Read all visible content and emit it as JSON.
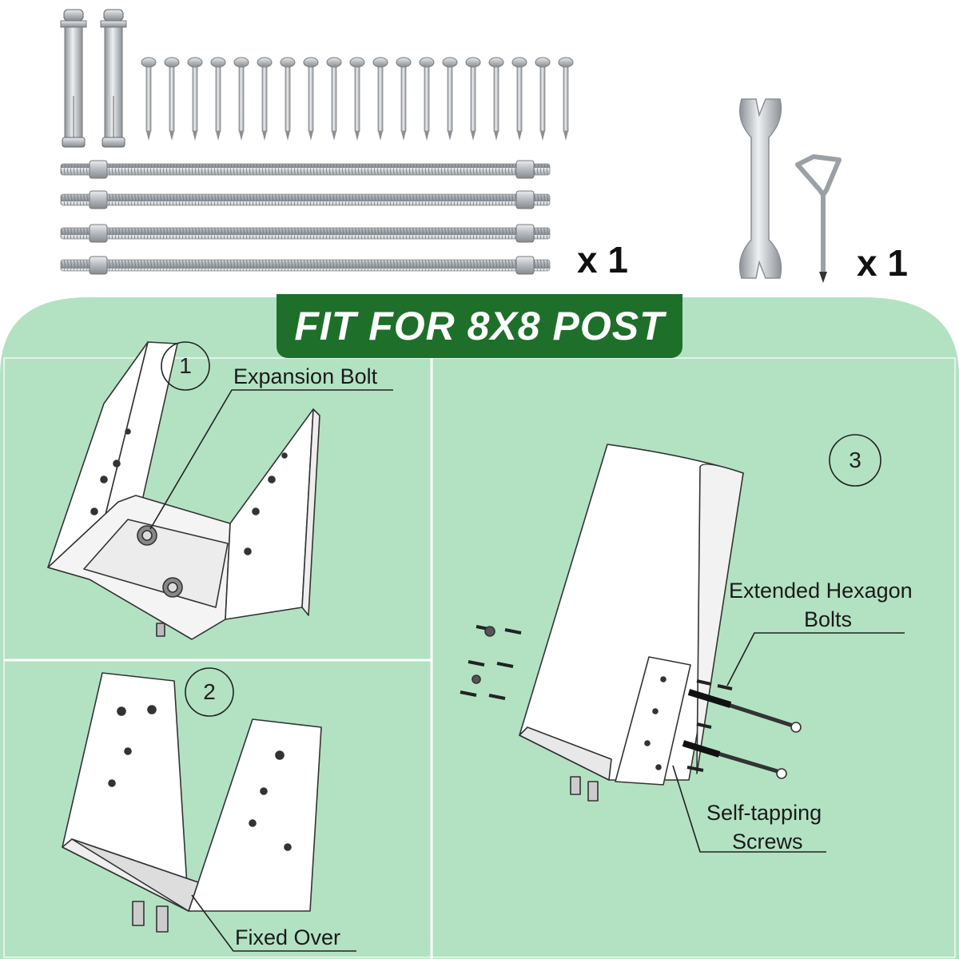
{
  "banner": {
    "title": "FIT FOR 8X8 POST"
  },
  "hardware": {
    "rods_qty": "x 1",
    "tools_qty": "x 1"
  },
  "steps": [
    {
      "number": "1",
      "label": "Expansion Bolt"
    },
    {
      "number": "2",
      "label": "Fixed Over"
    },
    {
      "number": "3",
      "labels": [
        "Extended Hexagon",
        "Bolts",
        "Self-tapping",
        "Screws"
      ]
    }
  ],
  "colors": {
    "panel": "#b3e2c3",
    "banner": "#1e6f2a",
    "steel": "#c8ccd0"
  },
  "icons": [
    "expansion-bolt-icon",
    "self-tapping-screw-icon",
    "threaded-rod-icon",
    "wrench-icon",
    "triangle-key-icon"
  ]
}
